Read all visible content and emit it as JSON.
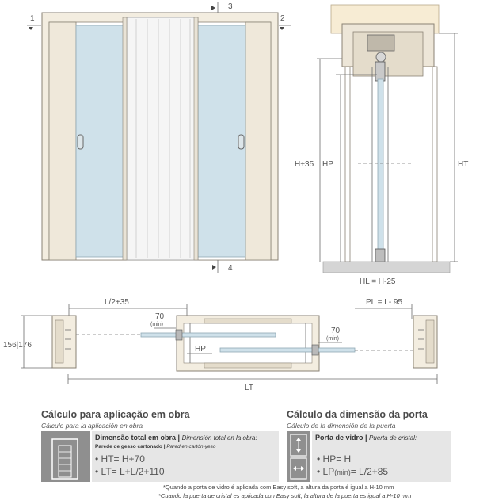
{
  "elevation": {
    "markers": [
      "1",
      "2",
      "3",
      "4"
    ]
  },
  "section": {
    "h_plus": "H+35",
    "hp": "HP",
    "ht": "HT",
    "hl": "HL = H-25"
  },
  "plan": {
    "l2_35": "L/2+35",
    "pl": "PL = L- 95",
    "min70_left": "70",
    "min70_right": "70",
    "min_label": "(min)",
    "hp": "HP",
    "wall": "156|176",
    "lt": "LT"
  },
  "calc": {
    "left": {
      "title": "Cálculo para aplicação em obra",
      "subtitle": "Cálculo para la aplicación en obra",
      "head_bold": "Dimensão total em obra",
      "head_sep": " | ",
      "head_italic": "Dimensión total en la obra:",
      "sub_bold": "Parede de gesso cartonado",
      "sub_sep": " | ",
      "sub_italic": "Pared en cartón-yeso",
      "f1": "• HT= H+70",
      "f2": "• LT= L+L/2+110"
    },
    "right": {
      "title": "Cálculo da dimensão da porta",
      "subtitle": "Cálculo de la dimensión de la puerta",
      "head_bold": "Porta de vidro",
      "head_sep": " | ",
      "head_italic": "Puerta de cristal:",
      "f1": "• HP= H",
      "f2_a": "• LP",
      "f2_min": "(min)",
      "f2_b": "=  L/2+85"
    },
    "note_pt": "*Quando a porta de vidro é aplicada com Easy soft, a altura da porta é igual a H-10 mm",
    "note_es": "*Cuando la puerta de cristal es aplicada con Easy soft, la altura de la puerta es igual a H-10 mm"
  }
}
